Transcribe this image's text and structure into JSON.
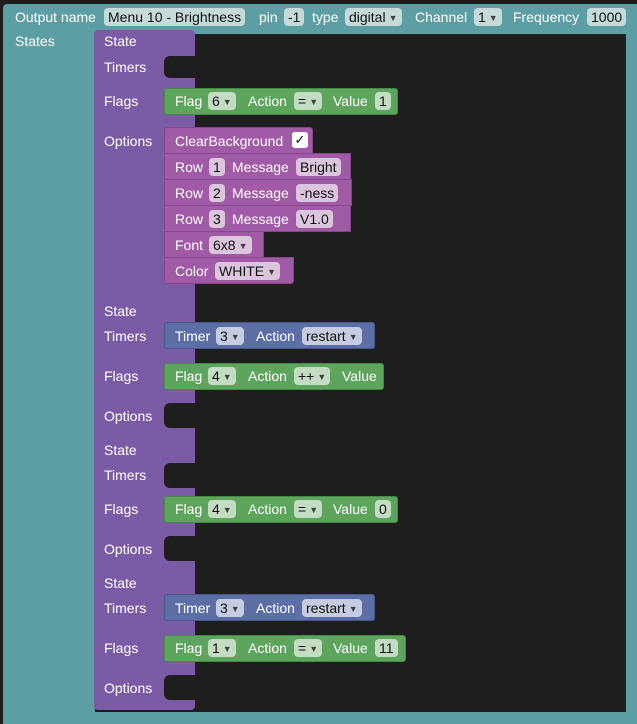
{
  "output": {
    "label_output_name": "Output name",
    "name_value": "Menu 10 - Brightness",
    "label_pin": "pin",
    "pin_value": "-1",
    "label_type": "type",
    "type_value": "digital",
    "label_channel": "Channel",
    "channel_value": "1",
    "label_frequency": "Frequency",
    "frequency_value": "1000",
    "label_states": "States"
  },
  "labels": {
    "state": "State",
    "timers": "Timers",
    "flags": "Flags",
    "options": "Options",
    "flag": "Flag",
    "action": "Action",
    "value": "Value",
    "timer": "Timer",
    "row": "Row",
    "message": "Message",
    "font": "Font",
    "color": "Color",
    "clear_background": "ClearBackground",
    "check": "✓"
  },
  "states": [
    {
      "flags": {
        "flag": "6",
        "action": "=",
        "value": "1"
      },
      "options": {
        "rows": [
          {
            "row": "1",
            "message": "Bright"
          },
          {
            "row": "2",
            "message": "-ness"
          },
          {
            "row": "3",
            "message": "V1.0"
          }
        ],
        "font": "6x8",
        "color": "WHITE"
      }
    },
    {
      "timer": {
        "timer": "3",
        "action": "restart"
      },
      "flags": {
        "flag": "4",
        "action": "++"
      }
    },
    {
      "flags": {
        "flag": "4",
        "action": "=",
        "value": "0"
      }
    },
    {
      "timer": {
        "timer": "3",
        "action": "restart"
      },
      "flags": {
        "flag": "1",
        "action": "=",
        "value": "11"
      }
    }
  ],
  "colors": {
    "teal": "#5c9ea3",
    "purple": "#7b5ba6",
    "green": "#5da55d",
    "blue": "#5b6fa6",
    "magenta": "#a05aa6"
  }
}
